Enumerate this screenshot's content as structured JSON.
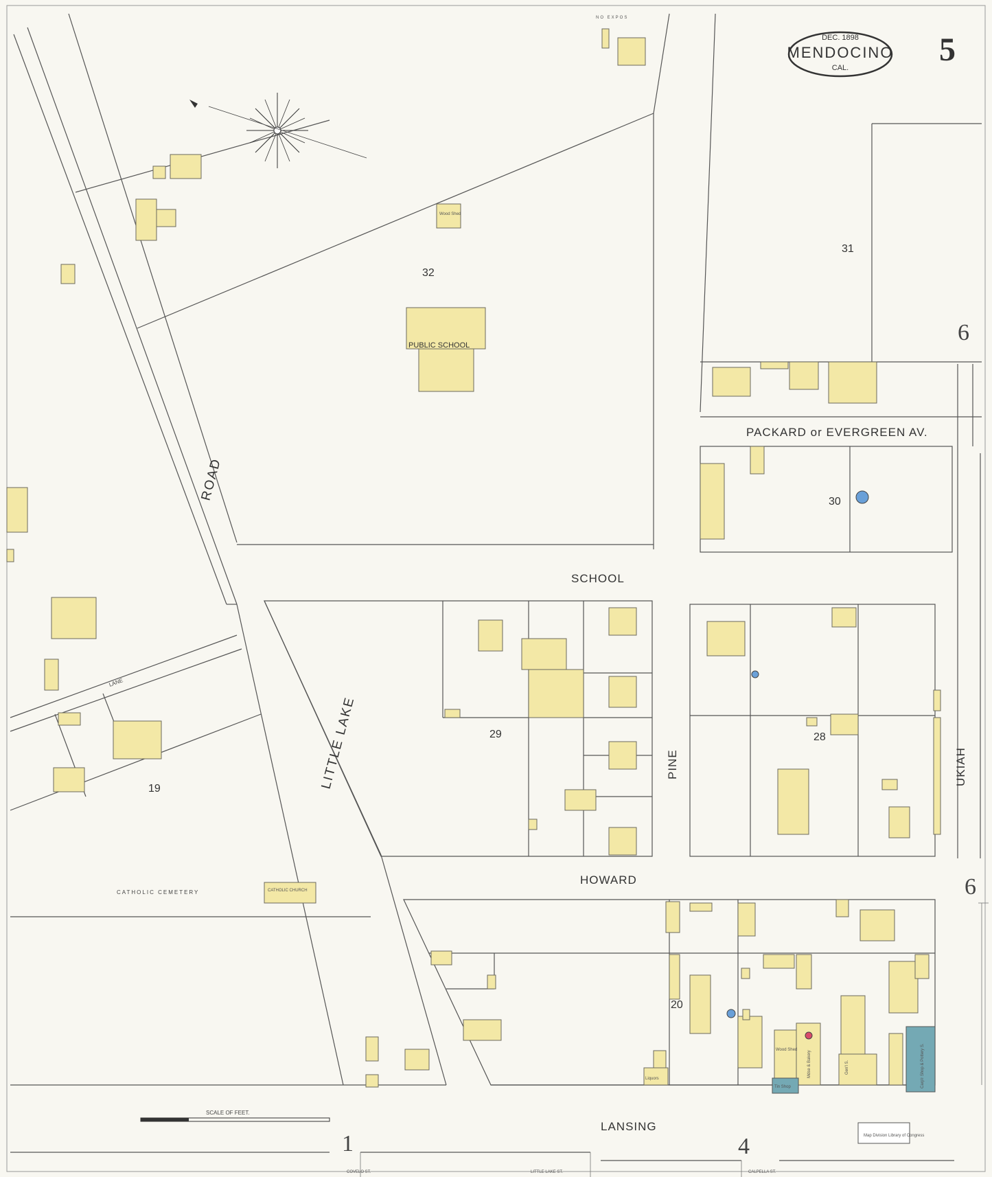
{
  "title_cartouche": {
    "date": "DEC. 1898",
    "town": "MENDOCINO",
    "state": "CAL."
  },
  "sheet_number": "5",
  "adjoining_sheets": {
    "east_upper": "6",
    "east_lower": "6",
    "south_left": "1",
    "south_right": "4"
  },
  "streets": {
    "road": "ROAD",
    "little_lake": "LITTLE LAKE",
    "lane": "LANE",
    "packard": "PACKARD or EVERGREEN AV.",
    "school": "SCHOOL",
    "howard": "HOWARD",
    "pine": "PINE",
    "ukiah": "UKIAH",
    "lansing": "LANSING",
    "covelo": "COVELO ST.",
    "little_lake_st": "LITTLE LAKE ST.",
    "calpella": "CALPELLA ST."
  },
  "blocks": [
    "32",
    "31",
    "30",
    "29",
    "28",
    "19",
    "20"
  ],
  "labels": {
    "public_school": "PUBLIC SCHOOL",
    "wood_shed": "Wood Shed",
    "catholic_cemetery": "CATHOLIC CEMETERY",
    "catholic_church": "CATHOLIC CHURCH",
    "no_expos": "NO EXPOS",
    "scale": "SCALE OF FEET.",
    "gen_s": "Gen'l S.",
    "tin_shop": "Tin Shop",
    "carp_shop": "Carp'r Shop & Pottery S.",
    "liquors": "Liquors",
    "wood_shed_2": "Wood Shed",
    "mdse": "Mdse & Bakery",
    "stamp": "Map Division Library of Congress"
  },
  "colors": {
    "building": "#f3e8a6",
    "brick": "#74a9b4",
    "paper": "#f8f7f1"
  }
}
